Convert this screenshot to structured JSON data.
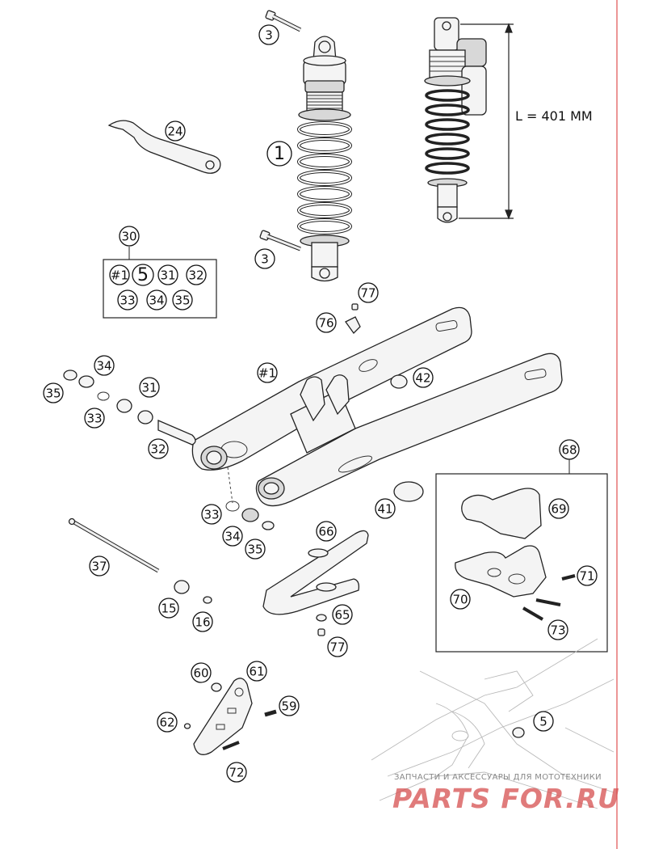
{
  "dimension": {
    "label": "L = 401 MM"
  },
  "kit_box": {
    "items": [
      "#1",
      "5",
      "31",
      "32",
      "33",
      "34",
      "35"
    ]
  },
  "callouts": [
    {
      "id": "c3a",
      "label": "3"
    },
    {
      "id": "c24",
      "label": "24"
    },
    {
      "id": "c1",
      "label": "1"
    },
    {
      "id": "c3b",
      "label": "3"
    },
    {
      "id": "c30",
      "label": "30"
    },
    {
      "id": "c77a",
      "label": "77"
    },
    {
      "id": "c76",
      "label": "76"
    },
    {
      "id": "c34a",
      "label": "34"
    },
    {
      "id": "c35a",
      "label": "35"
    },
    {
      "id": "c31",
      "label": "31"
    },
    {
      "id": "c33a",
      "label": "33"
    },
    {
      "id": "c32",
      "label": "32"
    },
    {
      "id": "c1b",
      "label": "#1"
    },
    {
      "id": "c42",
      "label": "42"
    },
    {
      "id": "c68",
      "label": "68"
    },
    {
      "id": "c69",
      "label": "69"
    },
    {
      "id": "c41",
      "label": "41"
    },
    {
      "id": "c33b",
      "label": "33"
    },
    {
      "id": "c34b",
      "label": "34"
    },
    {
      "id": "c35b",
      "label": "35"
    },
    {
      "id": "c66",
      "label": "66"
    },
    {
      "id": "c37",
      "label": "37"
    },
    {
      "id": "c15",
      "label": "15"
    },
    {
      "id": "c16",
      "label": "16"
    },
    {
      "id": "c65",
      "label": "65"
    },
    {
      "id": "c77b",
      "label": "77"
    },
    {
      "id": "c70",
      "label": "70"
    },
    {
      "id": "c71",
      "label": "71"
    },
    {
      "id": "c73",
      "label": "73"
    },
    {
      "id": "c60",
      "label": "60"
    },
    {
      "id": "c61",
      "label": "61"
    },
    {
      "id": "c59",
      "label": "59"
    },
    {
      "id": "c62",
      "label": "62"
    },
    {
      "id": "c72",
      "label": "72"
    },
    {
      "id": "c5",
      "label": "5"
    }
  ],
  "watermark": {
    "subtitle": "ЗАПЧАСТИ И АКСЕССУАРЫ ДЛЯ МОТОТЕХНИКИ",
    "logo": "PARTS FOR.RU"
  },
  "colors": {
    "margin_line": "#e05050",
    "logo": "#d65050"
  }
}
